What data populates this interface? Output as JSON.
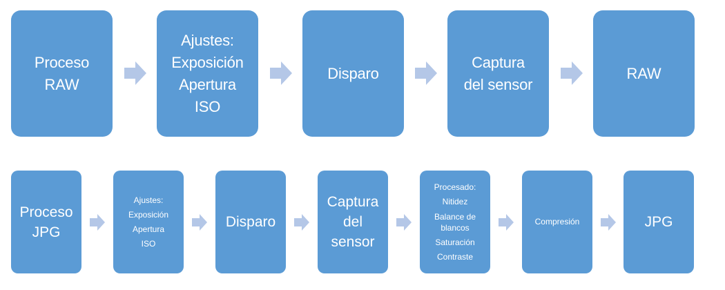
{
  "colors": {
    "box": "#5b9bd5",
    "arrow": "#b4c7e7",
    "text": "#ffffff"
  },
  "raw_flow": {
    "steps": [
      {
        "lines": [
          "Proceso",
          "RAW"
        ]
      },
      {
        "lines": [
          "Ajustes:",
          "Exposición",
          "Apertura",
          "ISO"
        ]
      },
      {
        "lines": [
          "Disparo"
        ]
      },
      {
        "lines": [
          "Captura",
          "del sensor"
        ]
      },
      {
        "lines": [
          "RAW"
        ]
      }
    ],
    "arrow_icon": "right-arrow"
  },
  "jpg_flow": {
    "steps": [
      {
        "lines": [
          "Proceso",
          "JPG"
        ]
      },
      {
        "lines": [
          "Ajustes:",
          "Exposición",
          "Apertura",
          "ISO"
        ]
      },
      {
        "lines": [
          "Disparo"
        ]
      },
      {
        "lines": [
          "Captura",
          "del",
          "sensor"
        ]
      },
      {
        "lines": [
          "Procesado:",
          "Nitidez",
          "Balance de",
          "blancos",
          "Saturación",
          "Contraste"
        ]
      },
      {
        "lines": [
          "Compresión"
        ]
      },
      {
        "lines": [
          "JPG"
        ]
      }
    ],
    "arrow_icon": "right-arrow"
  }
}
